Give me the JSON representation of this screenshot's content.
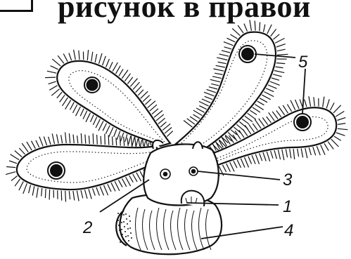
{
  "header": {
    "text": "рисунок в правой"
  },
  "labels": [
    {
      "id": "1",
      "text": "1"
    },
    {
      "id": "2",
      "text": "2"
    },
    {
      "id": "3",
      "text": "3"
    },
    {
      "id": "4",
      "text": "4"
    },
    {
      "id": "5",
      "text": "5"
    }
  ],
  "colors": {
    "ink": "#111111",
    "paper": "#ffffff"
  }
}
